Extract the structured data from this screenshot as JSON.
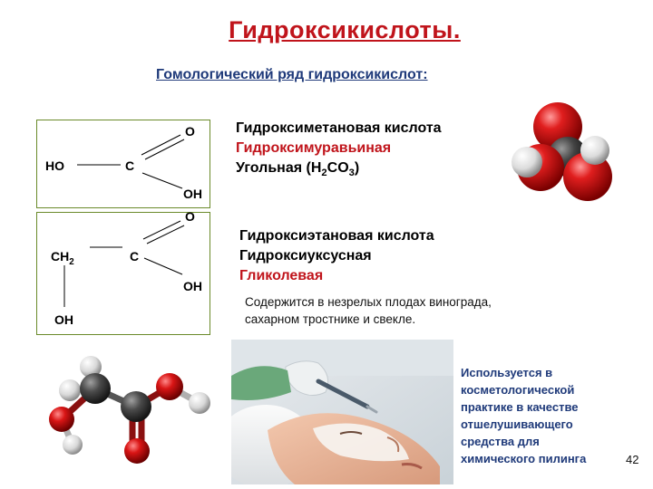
{
  "title": "Гидроксикислоты.",
  "subtitle": "Гомологический ряд гидроксикислот:",
  "formula1": {
    "ho": "HO",
    "c": "C",
    "o": "O",
    "oh": "OH"
  },
  "formula2": {
    "ch2": "CH",
    "ch2_sub": "2",
    "c": "C",
    "o": "O",
    "oh": "OH",
    "oh_bottom": "OH"
  },
  "acid1": {
    "name1": "Гидроксиметановая кислота",
    "name2": "Гидроксимуравьиная",
    "name3_prefix": "Угольная (H",
    "name3_sub1": "2",
    "name3_mid": "CO",
    "name3_sub2": "3",
    "name3_suffix": ")"
  },
  "acid2": {
    "name1": "Гидроксиэтановая кислота",
    "name2": "Гидроксиуксусная",
    "name3": "Гликолевая"
  },
  "note_line1": "Содержится в незрелых плодах винограда,",
  "note_line2": "сахарном тростнике и свекле.",
  "usage_lines": [
    "Используется в",
    "косметологической",
    "практике в качестве",
    "отшелушивающего",
    "средства для",
    "химического пилинга"
  ],
  "page_number": "42",
  "colors": {
    "title": "#c0141b",
    "subtitle": "#1f3a7a",
    "accent_red": "#c0141b",
    "box_border": "#6a8a2a",
    "oxygen": "#d01818",
    "carbon": "#3a3a3a",
    "hydrogen": "#e6e6e6"
  }
}
